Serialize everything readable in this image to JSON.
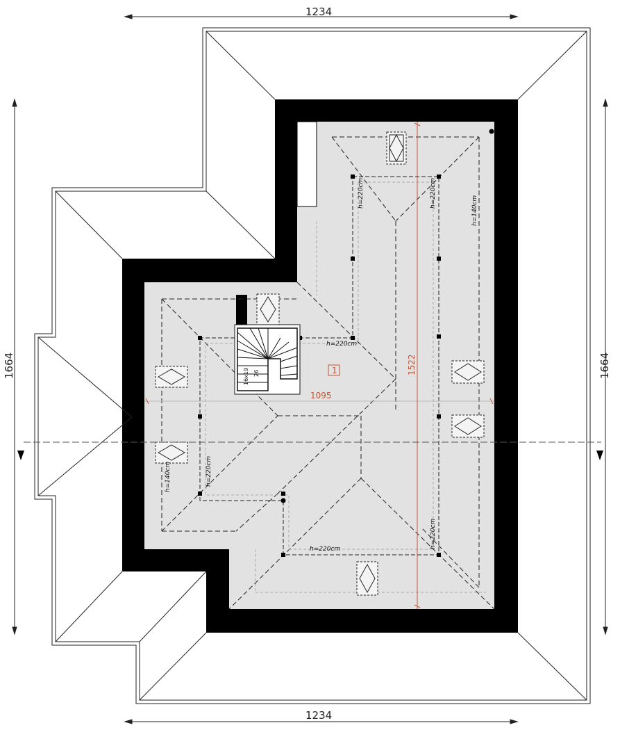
{
  "dimensions": {
    "top_width": "1234",
    "bottom_width": "1234",
    "left_height": "1664",
    "right_height": "1664",
    "inner_width": "1095",
    "inner_length": "1522"
  },
  "heights": {
    "h220_a": "h=220cm",
    "h220_b": "h=220cm",
    "h220_c": "h=220cm",
    "h220_d": "h=220cm",
    "h220_e": "h=220cm",
    "h220_f": "h=220cm",
    "h140_right": "h=140cm",
    "h140_left": "h=140cm"
  },
  "room": {
    "number": "1"
  },
  "stairs": {
    "steps": "16x19",
    "depth": "26"
  },
  "colors": {
    "wall": "#000000",
    "floor": "#e2e2e2",
    "accent": "#c0573a",
    "line": "#222222"
  }
}
